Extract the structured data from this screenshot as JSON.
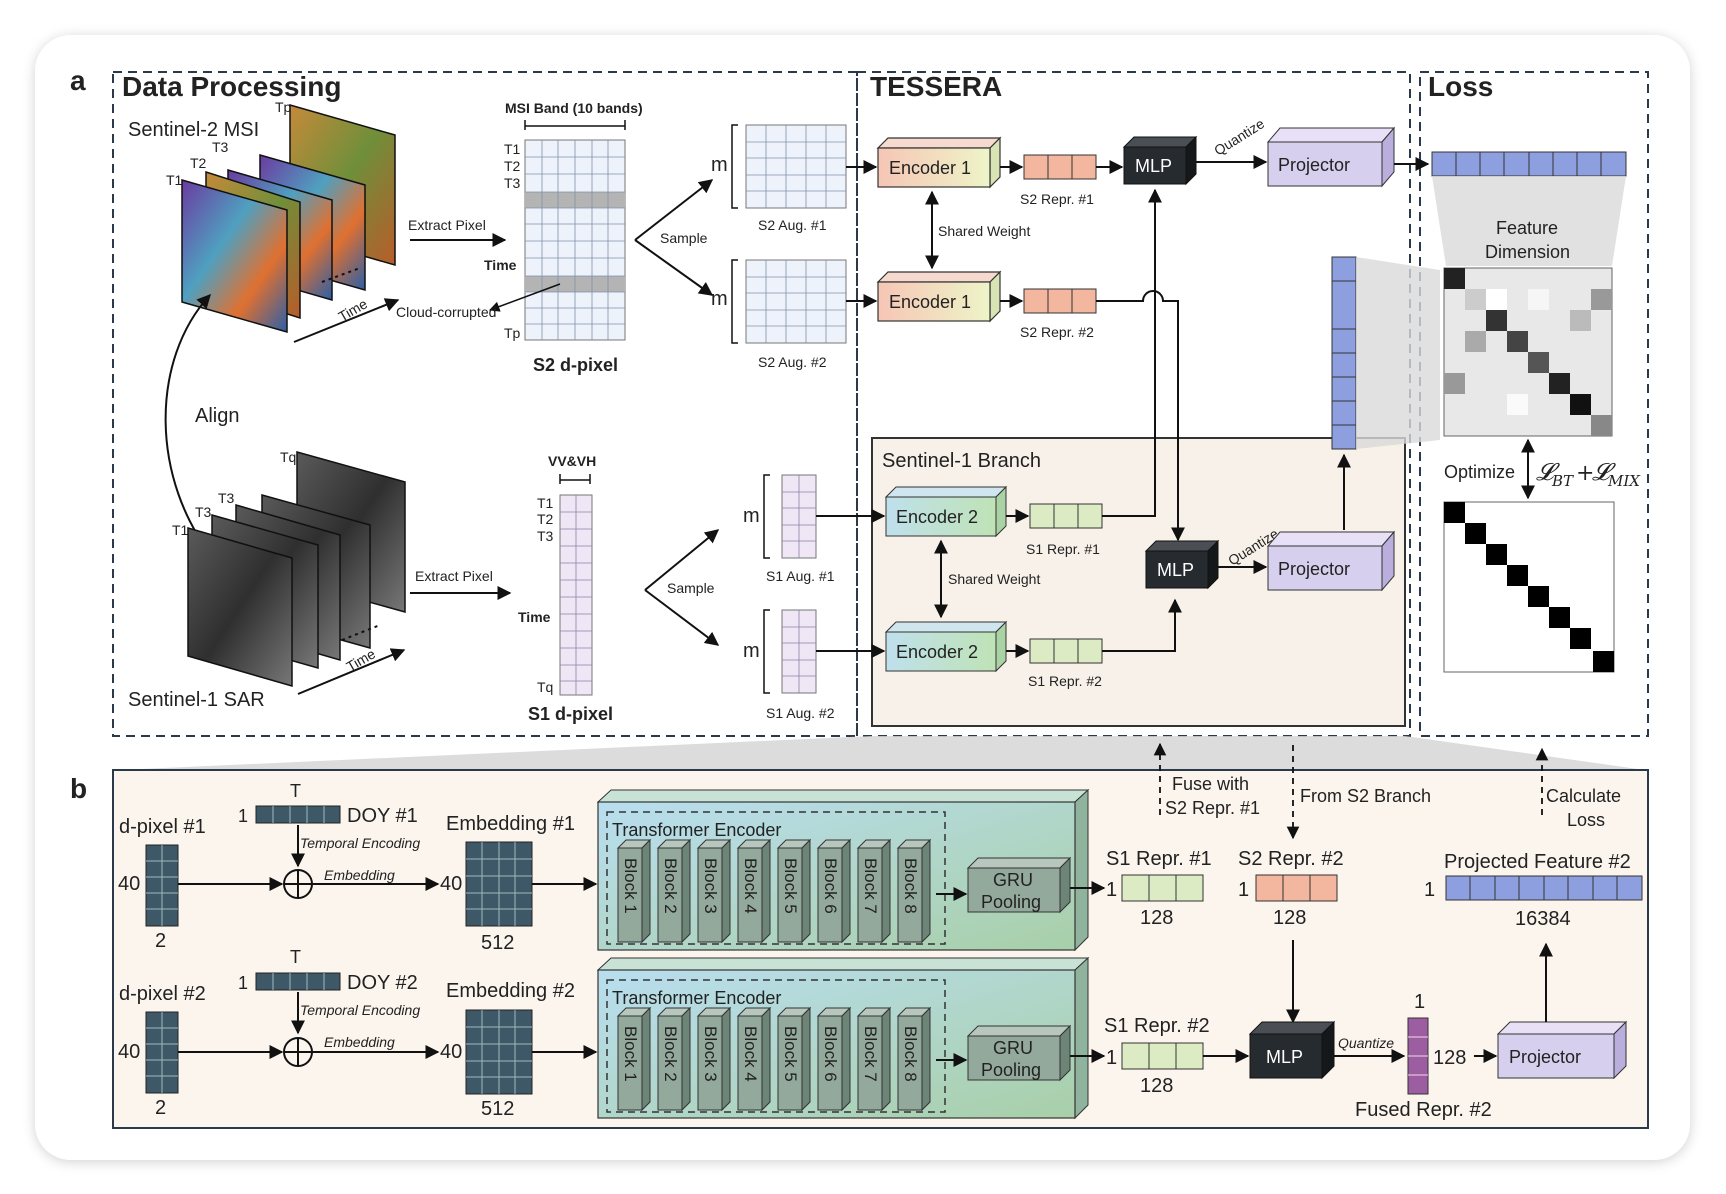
{
  "panel_a": {
    "letter": "a",
    "sections": {
      "data_processing": "Data Processing",
      "tessera": "TESSERA",
      "loss": "Loss",
      "s1_branch": "Sentinel-1 Branch"
    },
    "s2": {
      "sensor": "Sentinel-2 MSI",
      "t_labels": [
        "T1",
        "T2",
        "T3",
        "Tp"
      ],
      "time_axis": "Time",
      "extract": "Extract Pixel",
      "band_header": "MSI Band (10 bands)",
      "row_labels": [
        "T1",
        "T2",
        "T3"
      ],
      "row_last": "Tp",
      "time": "Time",
      "cloud": "Cloud-corrupted",
      "dpixel": "S2 d-pixel",
      "sample": "Sample",
      "m": "m",
      "aug1": "S2 Aug. #1",
      "aug2": "S2 Aug. #2",
      "encoder": "Encoder 1",
      "shared": "Shared Weight",
      "repr1": "S2 Repr. #1",
      "repr2": "S2 Repr. #2"
    },
    "align": "Align",
    "s1": {
      "sensor": "Sentinel-1 SAR",
      "t_labels": [
        "T1",
        "T3",
        "T3",
        "Tq"
      ],
      "time_axis": "Time",
      "extract": "Extract Pixel",
      "band_header": "VV&VH",
      "row_labels": [
        "T1",
        "T2",
        "T3"
      ],
      "row_last": "Tq",
      "time": "Time",
      "dpixel": "S1 d-pixel",
      "sample": "Sample",
      "m": "m",
      "aug1": "S1 Aug. #1",
      "aug2": "S1 Aug. #2",
      "encoder": "Encoder 2",
      "shared": "Shared Weight",
      "repr1": "S1 Repr. #1",
      "repr2": "S1 Repr. #2"
    },
    "mlp": "MLP",
    "quantize": "Quantize",
    "projector": "Projector",
    "feature_dim": [
      "Feature",
      "Dimension"
    ],
    "optimize": "Optimize",
    "loss_formula": "𝓛",
    "loss_sub1": "BT",
    "loss_plus": "+",
    "loss_sub2": "MIX"
  },
  "panel_b": {
    "letter": "b",
    "rows": [
      {
        "t": "T",
        "one": "1",
        "doy": "DOY #1",
        "temporal": "Temporal Encoding",
        "embedding_arrow": "Embedding",
        "dpixel": "d-pixel #1",
        "dpixel_rows": "40",
        "dpixel_cols": "2",
        "embed_rows": "40",
        "embed": "Embedding #1",
        "embed_dim": "512",
        "transformer": "Transformer Encoder",
        "blocks": [
          "Block 1",
          "Block 2",
          "Block 3",
          "Block 4",
          "Block 5",
          "Block 6",
          "Block 7",
          "Block 8"
        ],
        "gru": [
          "GRU",
          "Pooling"
        ],
        "one_out": "1",
        "repr": "S1 Repr. #1",
        "repr_dim": "128"
      },
      {
        "t": "T",
        "one": "1",
        "doy": "DOY #2",
        "temporal": "Temporal Encoding",
        "embedding_arrow": "Embedding",
        "dpixel": "d-pixel #2",
        "dpixel_rows": "40",
        "dpixel_cols": "2",
        "embed_rows": "40",
        "embed": "Embedding #2",
        "embed_dim": "512",
        "transformer": "Transformer Encoder",
        "blocks": [
          "Block 1",
          "Block 2",
          "Block 3",
          "Block 4",
          "Block 5",
          "Block 6",
          "Block 7",
          "Block 8"
        ],
        "gru": [
          "GRU",
          "Pooling"
        ],
        "one_out": "1",
        "repr": "S1 Repr. #2",
        "repr_dim": "128"
      }
    ],
    "fuse": [
      "Fuse with",
      "S2 Repr. #1"
    ],
    "from_s2": "From S2 Branch",
    "calc_loss": [
      "Calculate",
      "Loss"
    ],
    "s2_repr_one": "1",
    "s2_repr": "S2 Repr. #2",
    "s2_repr_dim": "128",
    "proj_one": "1",
    "proj_feat": "Projected Feature #2",
    "proj_dim": "16384",
    "mlp": "MLP",
    "quantize": "Quantize",
    "fused_one": "1",
    "fused_dim": "128",
    "fused": "Fused Repr. #2",
    "projector": "Projector"
  },
  "colors": {
    "slate": "#3f5868",
    "mlp": "#262b30",
    "projector": "#d7cfee",
    "projected": "#8e9fe0",
    "s2_repr": "#f2b79e",
    "s1_repr": "#dcebc4",
    "s1_branch_bg": "#f7f1e9",
    "panel_b_bg": "#fbf5ee",
    "transformer": "#a8cdb9",
    "block": "#93a99c",
    "fused": "#9c5ea0"
  }
}
